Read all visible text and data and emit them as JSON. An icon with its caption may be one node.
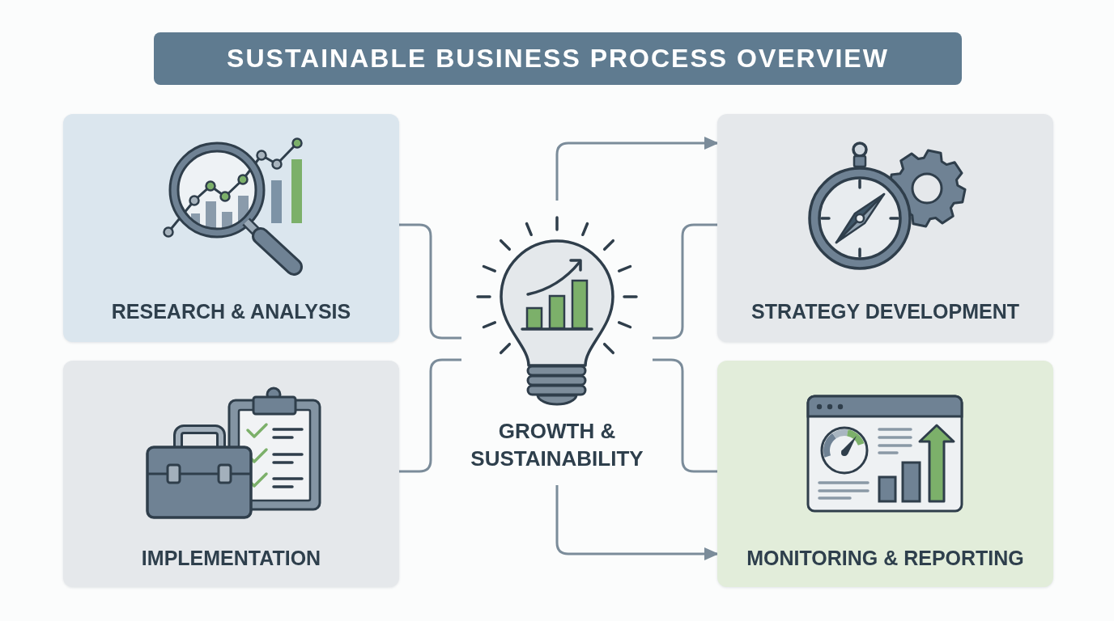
{
  "diagram": {
    "title": "SUSTAINABLE BUSINESS PROCESS OVERVIEW",
    "nodes": [
      {
        "text": [
          "RESEARCH & ANALYSIS"
        ]
      },
      {
        "text": [
          "STRATEGY DEVELOPMENT"
        ]
      },
      {
        "text": [
          "GROWTH & SUSTAINABILITY"
        ]
      },
      {
        "text": [
          "IMPLEMENTATION"
        ]
      },
      {
        "text": [
          "MONITORING & REPORTING"
        ]
      }
    ],
    "edges": [
      {
        "from": 0,
        "to": 2,
        "arrow": "none"
      },
      {
        "from": 2,
        "to": 1,
        "arrow": "to"
      },
      {
        "from": 2,
        "to": 1,
        "arrow": "none"
      },
      {
        "from": 3,
        "to": 2,
        "arrow": "none"
      },
      {
        "from": 2,
        "to": 4,
        "arrow": "none"
      },
      {
        "from": 2,
        "to": 4,
        "arrow": "to"
      }
    ]
  }
}
